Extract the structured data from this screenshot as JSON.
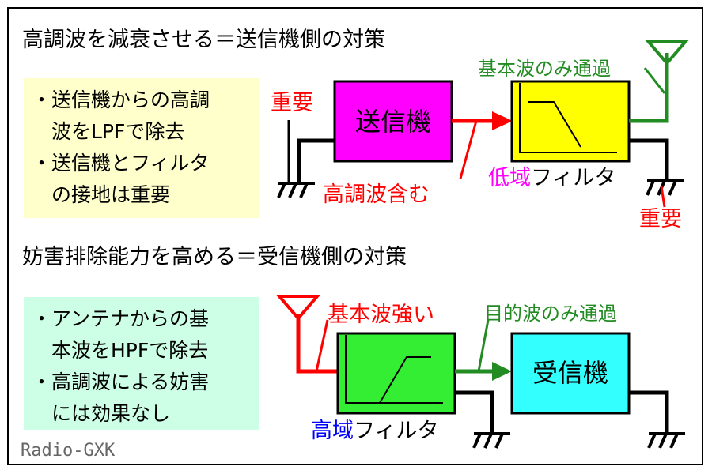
{
  "top_section": {
    "heading": "高調波を減衰させる＝送信機側の対策",
    "notes": [
      "・送信機からの高調",
      "　波をLPFで除去",
      "・送信機とフィルタ",
      "　の接地は重要"
    ],
    "transmitter_label": "送信機",
    "label_important_left": "重要",
    "label_important_right": "重要",
    "label_harmonics": "高調波含む",
    "label_fundamental_only": "基本波のみ通過",
    "filter_label_colored": "低域",
    "filter_label_rest": "フィルタ"
  },
  "bottom_section": {
    "heading": "妨害排除能力を高める＝受信機側の対策",
    "notes": [
      "・アンテナからの基",
      "　本波をHPFで除去",
      "・高調波による妨害",
      "　には効果なし"
    ],
    "receiver_label": "受信機",
    "label_strong_fundamental": "基本波強い",
    "label_desired_only": "目的波のみ通過",
    "filter_label_colored": "高域",
    "filter_label_rest": "フィルタ"
  },
  "watermark": "Radio-GXK",
  "colors": {
    "transmitter_fill": "#ff00ff",
    "lpf_fill": "#ffff00",
    "hpf_fill": "#33ee33",
    "receiver_fill": "#33ffff",
    "note_top_bg": "#ffffcc",
    "note_bottom_bg": "#ccffe6",
    "red": "#ff0000",
    "green": "#228B22",
    "magenta": "#ff00ff",
    "blue": "#0000ff"
  }
}
